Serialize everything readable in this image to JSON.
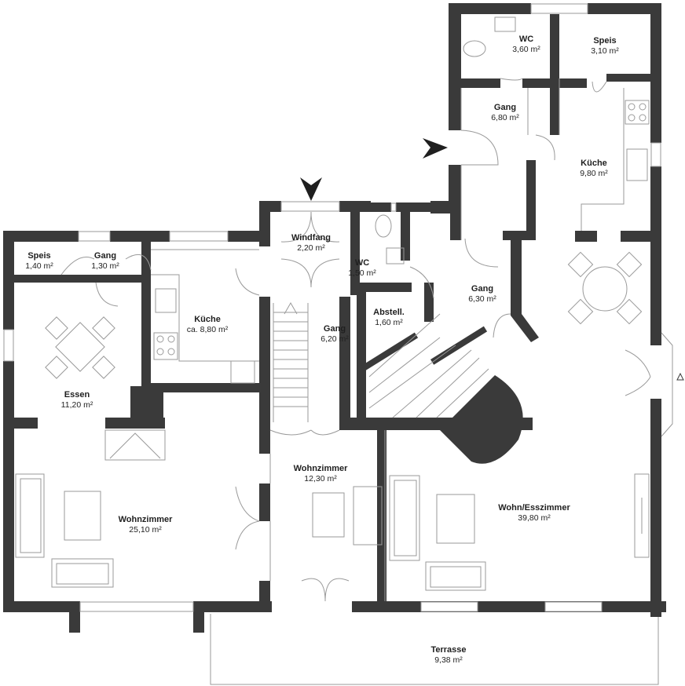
{
  "rooms": [
    {
      "id": "wc-top",
      "name": "WC",
      "area": "3,60 m²"
    },
    {
      "id": "speis-top",
      "name": "Speis",
      "area": "3,10 m²"
    },
    {
      "id": "gang-top",
      "name": "Gang",
      "area": "6,80 m²"
    },
    {
      "id": "kueche-right",
      "name": "Küche",
      "area": "9,80 m²"
    },
    {
      "id": "windfang",
      "name": "Windfang",
      "area": "2,20 m²"
    },
    {
      "id": "speis-left",
      "name": "Speis",
      "area": "1,40 m²"
    },
    {
      "id": "gang-left",
      "name": "Gang",
      "area": "1,30 m²"
    },
    {
      "id": "wc-mid",
      "name": "WC",
      "area": "1,50 m²"
    },
    {
      "id": "kueche-left",
      "name": "Küche",
      "area": "ca. 8,80 m²"
    },
    {
      "id": "abstell",
      "name": "Abstell.",
      "area": "1,60 m²"
    },
    {
      "id": "gang-right",
      "name": "Gang",
      "area": "6,30 m²"
    },
    {
      "id": "gang-center",
      "name": "Gang",
      "area": "6,20 m²"
    },
    {
      "id": "essen",
      "name": "Essen",
      "area": "11,20 m²"
    },
    {
      "id": "wohnzimmer-mid",
      "name": "Wohnzimmer",
      "area": "12,30 m²"
    },
    {
      "id": "wohnzimmer-left",
      "name": "Wohnzimmer",
      "area": "25,10 m²"
    },
    {
      "id": "wohn-ess",
      "name": "Wohn/Esszimmer",
      "area": "39,80 m²"
    },
    {
      "id": "terrasse",
      "name": "Terrasse",
      "area": "9,38 m²"
    }
  ],
  "colors": {
    "wall": "#3a3a3a",
    "line": "#9a9a9a",
    "background": "#ffffff"
  }
}
